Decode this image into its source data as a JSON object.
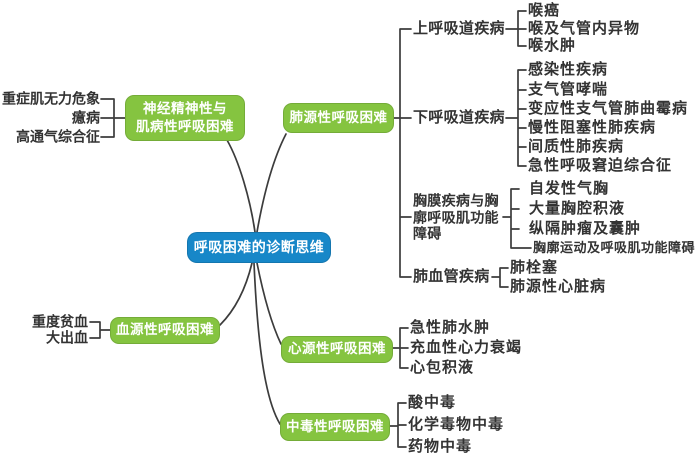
{
  "title": "呼吸困难的诊断思维",
  "colors": {
    "root_bg": "#1787c8",
    "branch_bg": "#85c440",
    "line": "#3c3c3c",
    "text": "#333333"
  },
  "root": {
    "label": "呼吸困难的诊断思维"
  },
  "branches": {
    "neuro": {
      "label": "神经精神性与\n肌病性呼吸困难",
      "leaves": [
        "重症肌无力危象",
        "癔病",
        "高通气综合征"
      ]
    },
    "pulmonary": {
      "label": "肺源性呼吸困难",
      "categories": [
        {
          "label": "上呼吸道疾病",
          "leaves": [
            "喉癌",
            "喉及气管内异物",
            "喉水肿"
          ]
        },
        {
          "label": "下呼吸道疾病",
          "leaves": [
            "感染性疾病",
            "支气管哮喘",
            "变应性支气管肺曲霉病",
            "慢性阻塞性肺疾病",
            "间质性肺疾病",
            "急性呼吸窘迫综合征"
          ]
        },
        {
          "label": "胸膜疾病与胸\n廓呼吸肌功能\n障碍",
          "leaves": [
            "自发性气胸",
            "大量胸腔积液",
            "纵隔肿瘤及囊肿",
            "胸廓运动及呼吸肌功能障碍"
          ]
        },
        {
          "label": "肺血管疾病",
          "leaves": [
            "肺栓塞",
            "肺源性心脏病"
          ]
        }
      ]
    },
    "blood": {
      "label": "血源性呼吸困难",
      "leaves": [
        "重度贫血",
        "大出血"
      ]
    },
    "cardiac": {
      "label": "心源性呼吸困难",
      "leaves": [
        "急性肺水肿",
        "充血性心力衰竭",
        "心包积液"
      ]
    },
    "toxic": {
      "label": "中毒性呼吸困难",
      "leaves": [
        "酸中毒",
        "化学毒物中毒",
        "药物中毒"
      ]
    }
  }
}
